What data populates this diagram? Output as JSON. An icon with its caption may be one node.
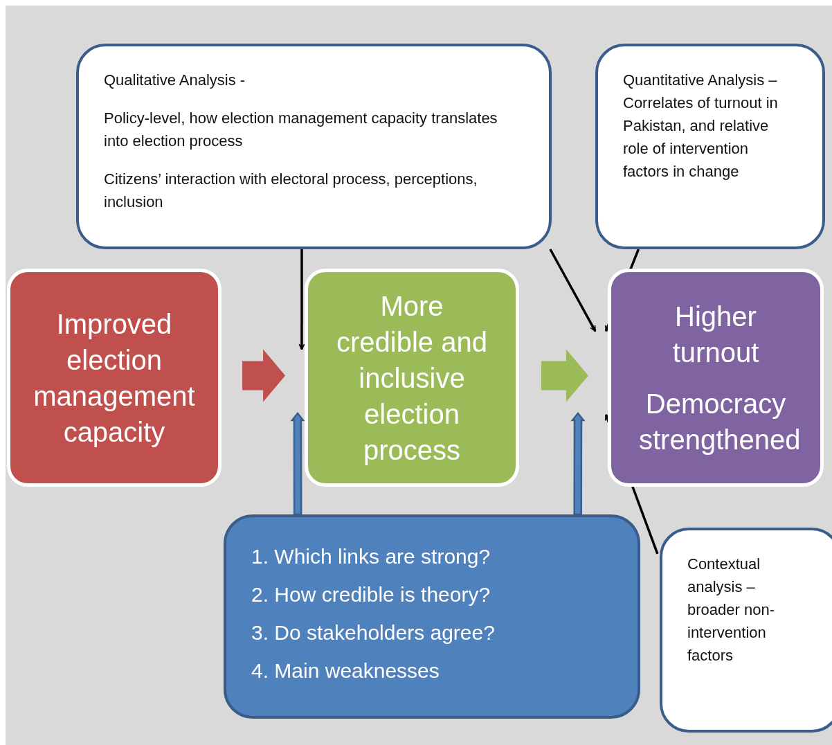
{
  "diagram": {
    "nodes": [
      {
        "text": [
          "Qualitative Analysis -",
          "Policy-level, how election management capacity translates into election process",
          "Citizens’ interaction with electoral process, perceptions, inclusion"
        ]
      },
      {
        "text": [
          "Quantitative Analysis – Correlates of turnout in Pakistan, and relative role of intervention factors in change"
        ]
      },
      {
        "text": [
          "Improved election management capacity"
        ]
      },
      {
        "text": [
          "More credible and inclusive election process"
        ]
      },
      {
        "text": [
          "Higher turnout",
          "Democracy strengthened"
        ]
      },
      {
        "text": [
          "1. Which links are strong?",
          "2. How credible is theory?",
          "3. Do stakeholders agree?",
          "4. Main weaknesses"
        ]
      },
      {
        "text": [
          "Contextual analysis – broader non-intervention factors"
        ]
      }
    ],
    "edges": [
      {
        "from": 2,
        "to": 3,
        "arrow": "to",
        "style": "thick",
        "color": "#c0504d"
      },
      {
        "from": 3,
        "to": 4,
        "arrow": "to",
        "style": "thick",
        "color": "#9bbb59"
      },
      {
        "from": 0,
        "to": 3,
        "arrow": "to"
      },
      {
        "from": 0,
        "to": 4,
        "arrow": "to"
      },
      {
        "from": 1,
        "to": 4,
        "arrow": "to"
      },
      {
        "from": 6,
        "to": 4,
        "arrow": "to"
      },
      {
        "from": 5,
        "to": null,
        "arrow": "to",
        "style": "thick",
        "color": "#4f81bd"
      },
      {
        "from": 5,
        "to": null,
        "arrow": "to",
        "style": "thick",
        "color": "#4f81bd"
      }
    ]
  }
}
